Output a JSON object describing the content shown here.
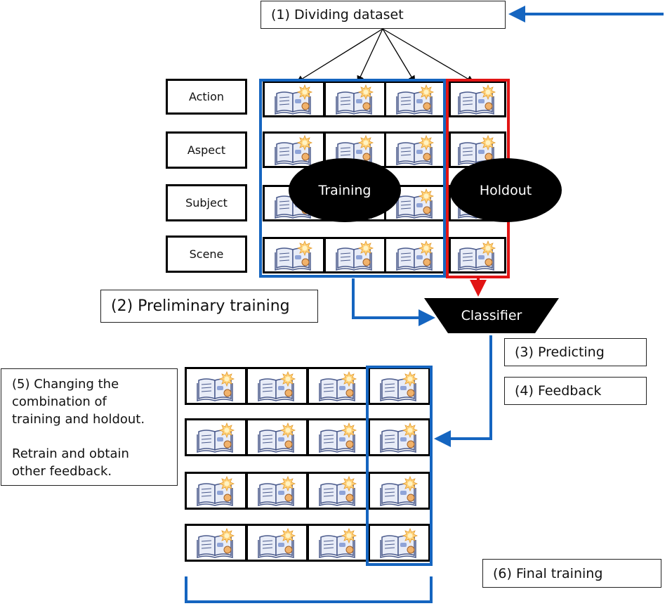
{
  "steps": {
    "dividing": "(1) Dividing dataset",
    "preliminary": "(2) Preliminary training",
    "predicting": "(3) Predicting",
    "feedback": "(4) Feedback",
    "changing_line1": "(5) Changing the",
    "changing_line2": "combination of",
    "changing_line3": "training and holdout.",
    "changing_line4": "Retrain and obtain",
    "changing_line5": "other feedback.",
    "final": "(6) Final training"
  },
  "row_labels": [
    "Action",
    "Aspect",
    "Subject",
    "Scene"
  ],
  "regions": {
    "training": "Training",
    "holdout": "Holdout"
  },
  "classifier": "Classifier",
  "cell_icon": "open-book-with-lightbulb-icon",
  "colors": {
    "blue": "#1565C0",
    "red": "#E11414",
    "black": "#000000"
  }
}
